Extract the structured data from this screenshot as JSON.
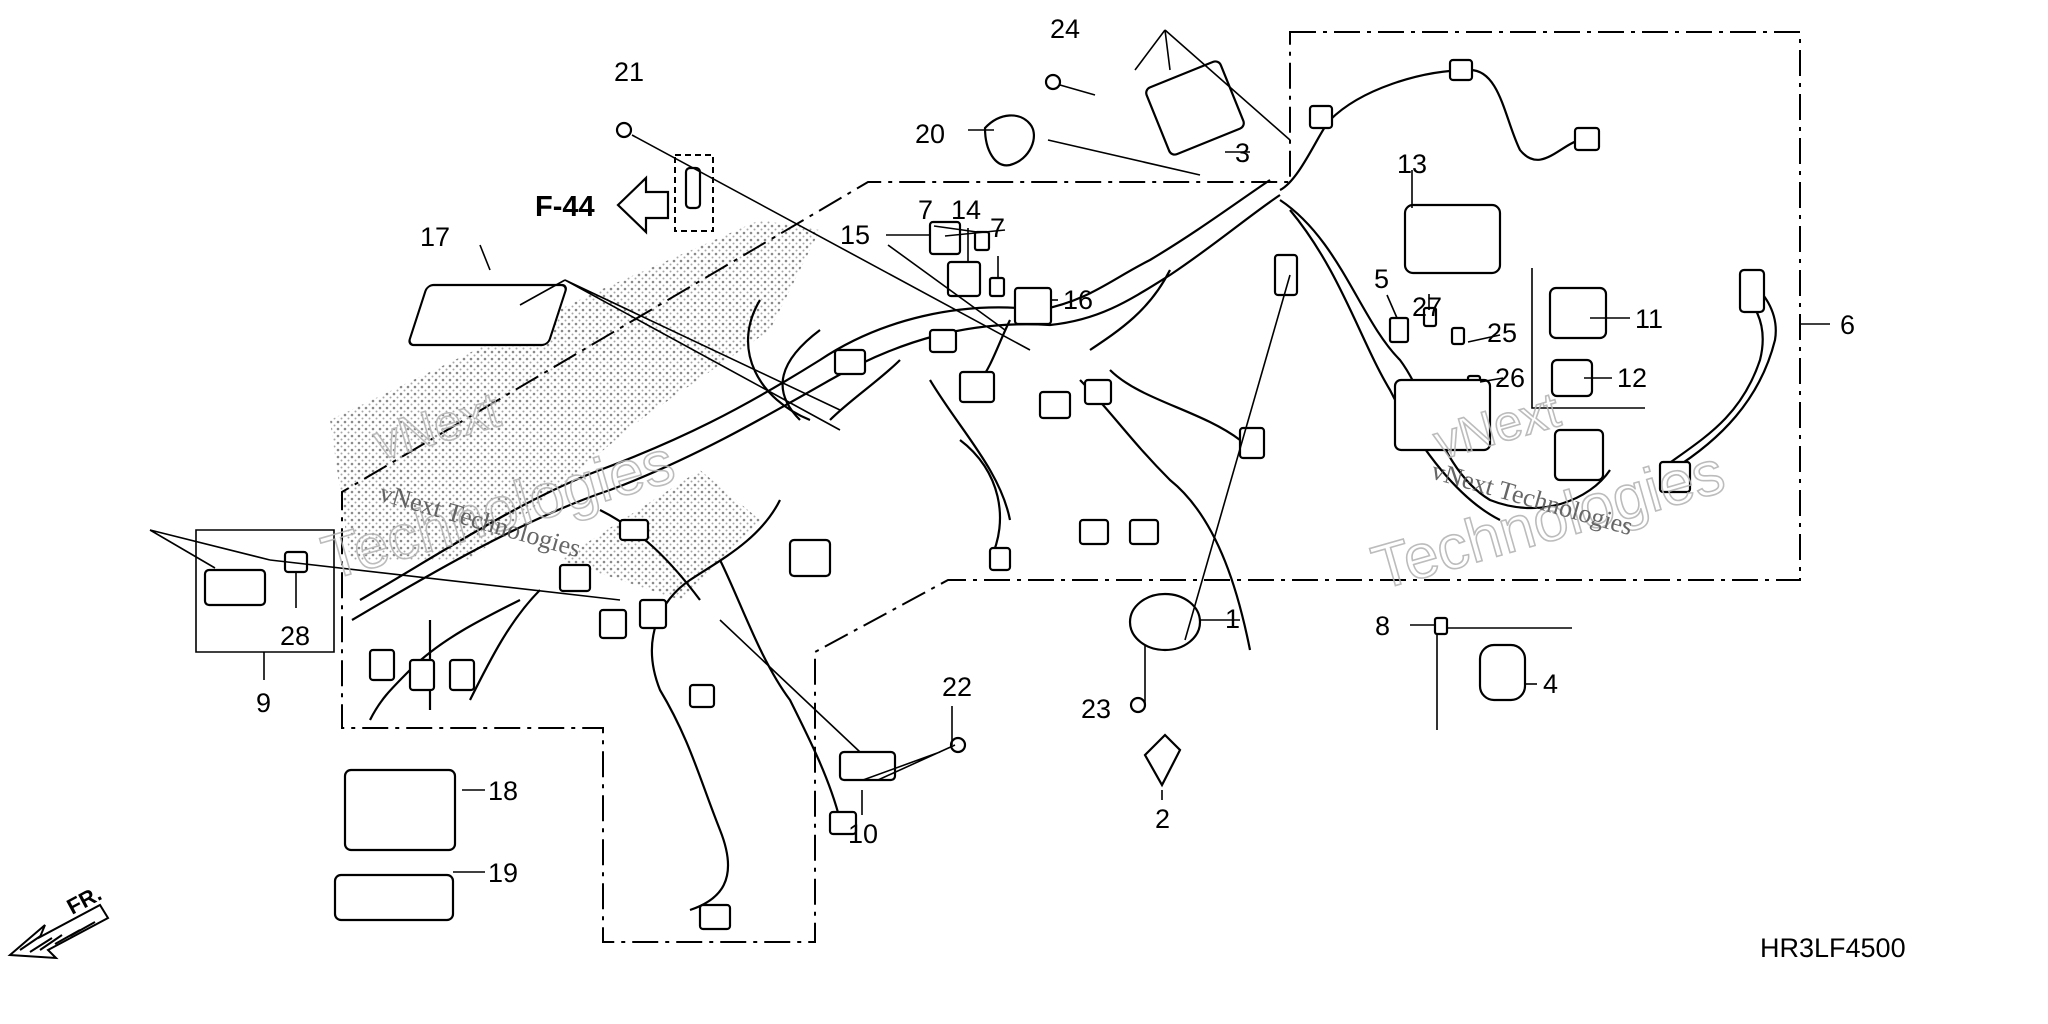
{
  "diagram": {
    "drawing_code": "HR3LF4500",
    "reference": {
      "label": "F-44"
    },
    "front_marker": {
      "label": "FR."
    },
    "watermark": {
      "line1": "vNext",
      "line2": "Technologies",
      "caption": "vNext Technologies"
    },
    "callouts": [
      {
        "id": "1",
        "label": "1"
      },
      {
        "id": "2",
        "label": "2"
      },
      {
        "id": "3",
        "label": "3"
      },
      {
        "id": "4",
        "label": "4"
      },
      {
        "id": "5",
        "label": "5"
      },
      {
        "id": "6",
        "label": "6"
      },
      {
        "id": "7a",
        "label": "7"
      },
      {
        "id": "7b",
        "label": "7"
      },
      {
        "id": "8",
        "label": "8"
      },
      {
        "id": "9",
        "label": "9"
      },
      {
        "id": "10",
        "label": "10"
      },
      {
        "id": "11",
        "label": "11"
      },
      {
        "id": "12",
        "label": "12"
      },
      {
        "id": "13",
        "label": "13"
      },
      {
        "id": "14",
        "label": "14"
      },
      {
        "id": "15",
        "label": "15"
      },
      {
        "id": "16",
        "label": "16"
      },
      {
        "id": "17",
        "label": "17"
      },
      {
        "id": "18",
        "label": "18"
      },
      {
        "id": "19",
        "label": "19"
      },
      {
        "id": "20",
        "label": "20"
      },
      {
        "id": "21",
        "label": "21"
      },
      {
        "id": "22",
        "label": "22"
      },
      {
        "id": "23",
        "label": "23"
      },
      {
        "id": "24",
        "label": "24"
      },
      {
        "id": "25",
        "label": "25"
      },
      {
        "id": "26",
        "label": "26"
      },
      {
        "id": "27",
        "label": "27"
      },
      {
        "id": "28",
        "label": "28"
      }
    ]
  }
}
